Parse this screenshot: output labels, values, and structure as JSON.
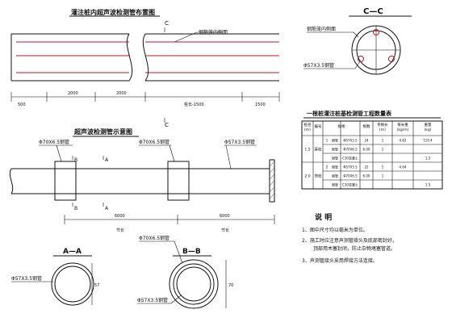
{
  "top_view": {
    "title": "灌注桩内超声波检测管布置图",
    "section_mark": "C",
    "callout": "钢筋笼内侧面",
    "dims": [
      "2000",
      "2000",
      "桩长-1500",
      "1500",
      "500"
    ]
  },
  "section_cc": {
    "title": "C—C",
    "callout": "钢筋笼内侧面",
    "pipe": "Φ57X3.5钢管"
  },
  "detail_view": {
    "title": "超声波检测管示意图",
    "pipe_big_1": "Φ70X6.5钢管",
    "pipe_big_2": "Φ70X6.5钢管",
    "pipe_small": "Φ57X3.5钢管",
    "mark_b": "B",
    "mark_a": "A",
    "dim_1": "6000",
    "dim_2": "6000",
    "label_1": "节长",
    "label_2": "节长"
  },
  "section_aa": {
    "title": "A—A",
    "pipe": "Φ57X3.5钢管",
    "dim": "57"
  },
  "section_bb": {
    "title": "B—B",
    "pipe_outer": "Φ70X6.5钢管",
    "pipe_inner": "Φ57X3.5钢管",
    "dim": "70"
  },
  "table": {
    "title": "一根桩灌注桩基检测管工程数量表",
    "headers": [
      "桩径\n(m)",
      "编号",
      "规格",
      "根数",
      "单根长\n(m)",
      "每米重\n(kg/m)",
      "重量\n(kg)"
    ],
    "row_group_labels": [
      "基桩",
      "塔桩"
    ],
    "diameters": [
      "1.5",
      "2.0"
    ],
    "rows": [
      [
        "1",
        "钢管",
        "Φ57X3.5",
        "24",
        "1",
        "4.62",
        "110.4"
      ],
      [
        "",
        "钢管",
        "Φ70X6.5",
        "6.00",
        "1",
        "",
        ""
      ],
      [
        "",
        "钢管",
        "C30混凝土",
        "",
        "",
        "",
        "1.5"
      ],
      [
        "2",
        "钢管",
        "Φ57X3.5",
        "22",
        "1",
        "4.64",
        ""
      ],
      [
        "",
        "钢管",
        "Φ70X6.5",
        "6.00",
        "1",
        "",
        ""
      ],
      [
        "",
        "钢管",
        "C30混凝土",
        "",
        "",
        "",
        "1.5"
      ]
    ]
  },
  "notes": {
    "title": "说 明",
    "items": [
      "1、图中尺寸均以毫米为单位。",
      "2、施工时应注意声测管接头及底部密封好，顶部用木塞封闭，防止杂物堵塞管道。",
      "3、声测管接头采用焊接方法连接。"
    ]
  },
  "colors": {
    "line": "#111111",
    "accent": "#c4142a",
    "background": "#ffffff"
  }
}
